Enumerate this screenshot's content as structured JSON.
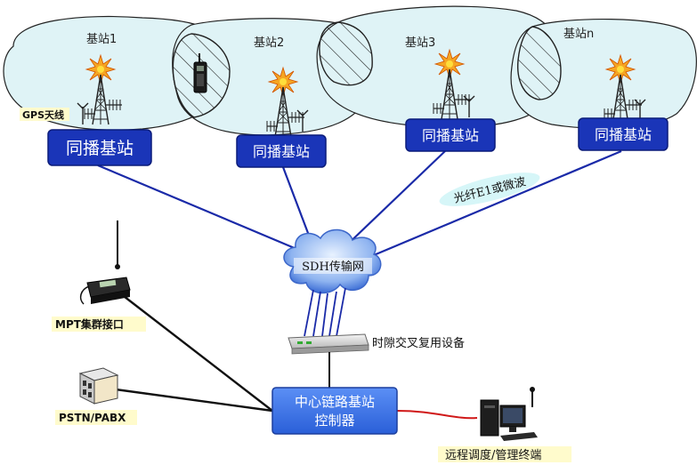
{
  "cells": [
    {
      "label": "基站1"
    },
    {
      "label": "基站2"
    },
    {
      "label": "基站3"
    },
    {
      "label": "基站n"
    }
  ],
  "base_station_label": "同播基站",
  "gps_label": "GPS天线",
  "link_label": "光纤E1或微波",
  "sdh_label": "SDH传输网",
  "mux_label": "时隙交叉复用设备",
  "controller_label_1": "中心链路基站",
  "controller_label_2": "控制器",
  "mpt_label": "MPT集群接口",
  "pstn_label": "PSTN/PABX",
  "terminal_label": "远程调度/管理终端",
  "colors": {
    "cell_fill": "#dff3f6",
    "box_fill": "#1a35b8",
    "box_text": "#ffffff",
    "controller_fill": "#3f76e8",
    "link_line": "#1a2aa8",
    "black_line": "#111111",
    "red_line": "#d01818",
    "label_bg": "#fffbcc",
    "link_label_bg": "#d6f6f8"
  }
}
